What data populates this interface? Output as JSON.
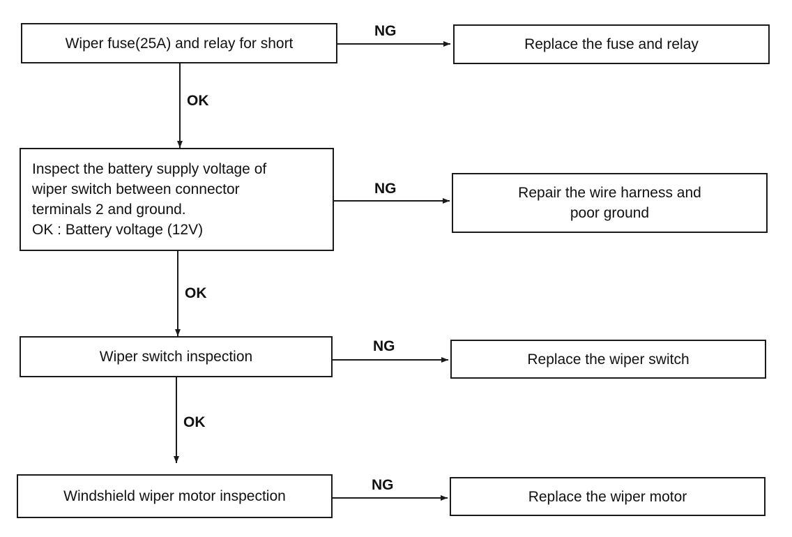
{
  "flow": {
    "steps": [
      {
        "check": "Wiper fuse(25A) and relay for short",
        "ng_label": "NG",
        "fix": "Replace the fuse and relay",
        "ok_label": "OK"
      },
      {
        "check": "Inspect the battery supply voltage of\nwiper switch between connector\nterminals 2 and ground.\nOK : Battery voltage (12V)",
        "ng_label": "NG",
        "fix": "Repair the wire harness and\npoor ground",
        "ok_label": "OK"
      },
      {
        "check": "Wiper switch inspection",
        "ng_label": "NG",
        "fix": "Replace the wiper switch",
        "ok_label": "OK"
      },
      {
        "check": "Windshield wiper motor inspection",
        "ng_label": "NG",
        "fix": "Replace the wiper motor"
      }
    ]
  },
  "colors": {
    "line": "#1a1a1a",
    "background": "#ffffff"
  }
}
